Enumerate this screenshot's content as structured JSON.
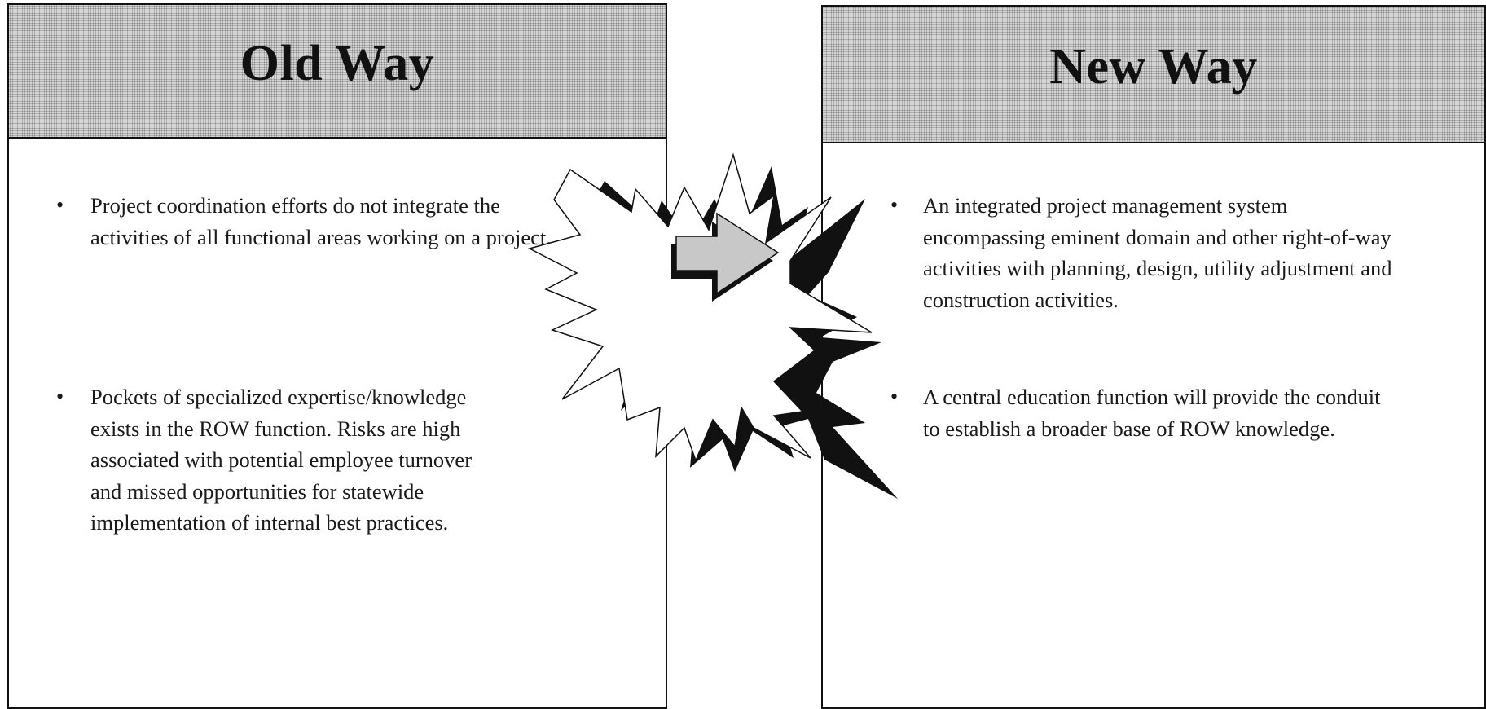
{
  "old_way": {
    "title": "Old Way",
    "bullets": [
      "Project coordination efforts do not integrate the\nactivities of all functional areas working on a project.",
      "Pockets of specialized expertise/knowledge\nexists in the ROW function.  Risks are high\nassociated with potential employee turnover\nand missed opportunities for statewide\nimplementation of internal best practices."
    ]
  },
  "new_way": {
    "title": "New Way",
    "bullets": [
      "An integrated project management system\nencompassing eminent domain and other right-of-way\nactivities with planning, design, utility adjustment and\nconstruction activities.",
      "A central education function will provide the conduit\nto establish a broader base of ROW knowledge."
    ]
  },
  "bullet_glyph": "•",
  "icons": {
    "burst": "starburst-icon",
    "arrow": "right-arrow-icon"
  }
}
